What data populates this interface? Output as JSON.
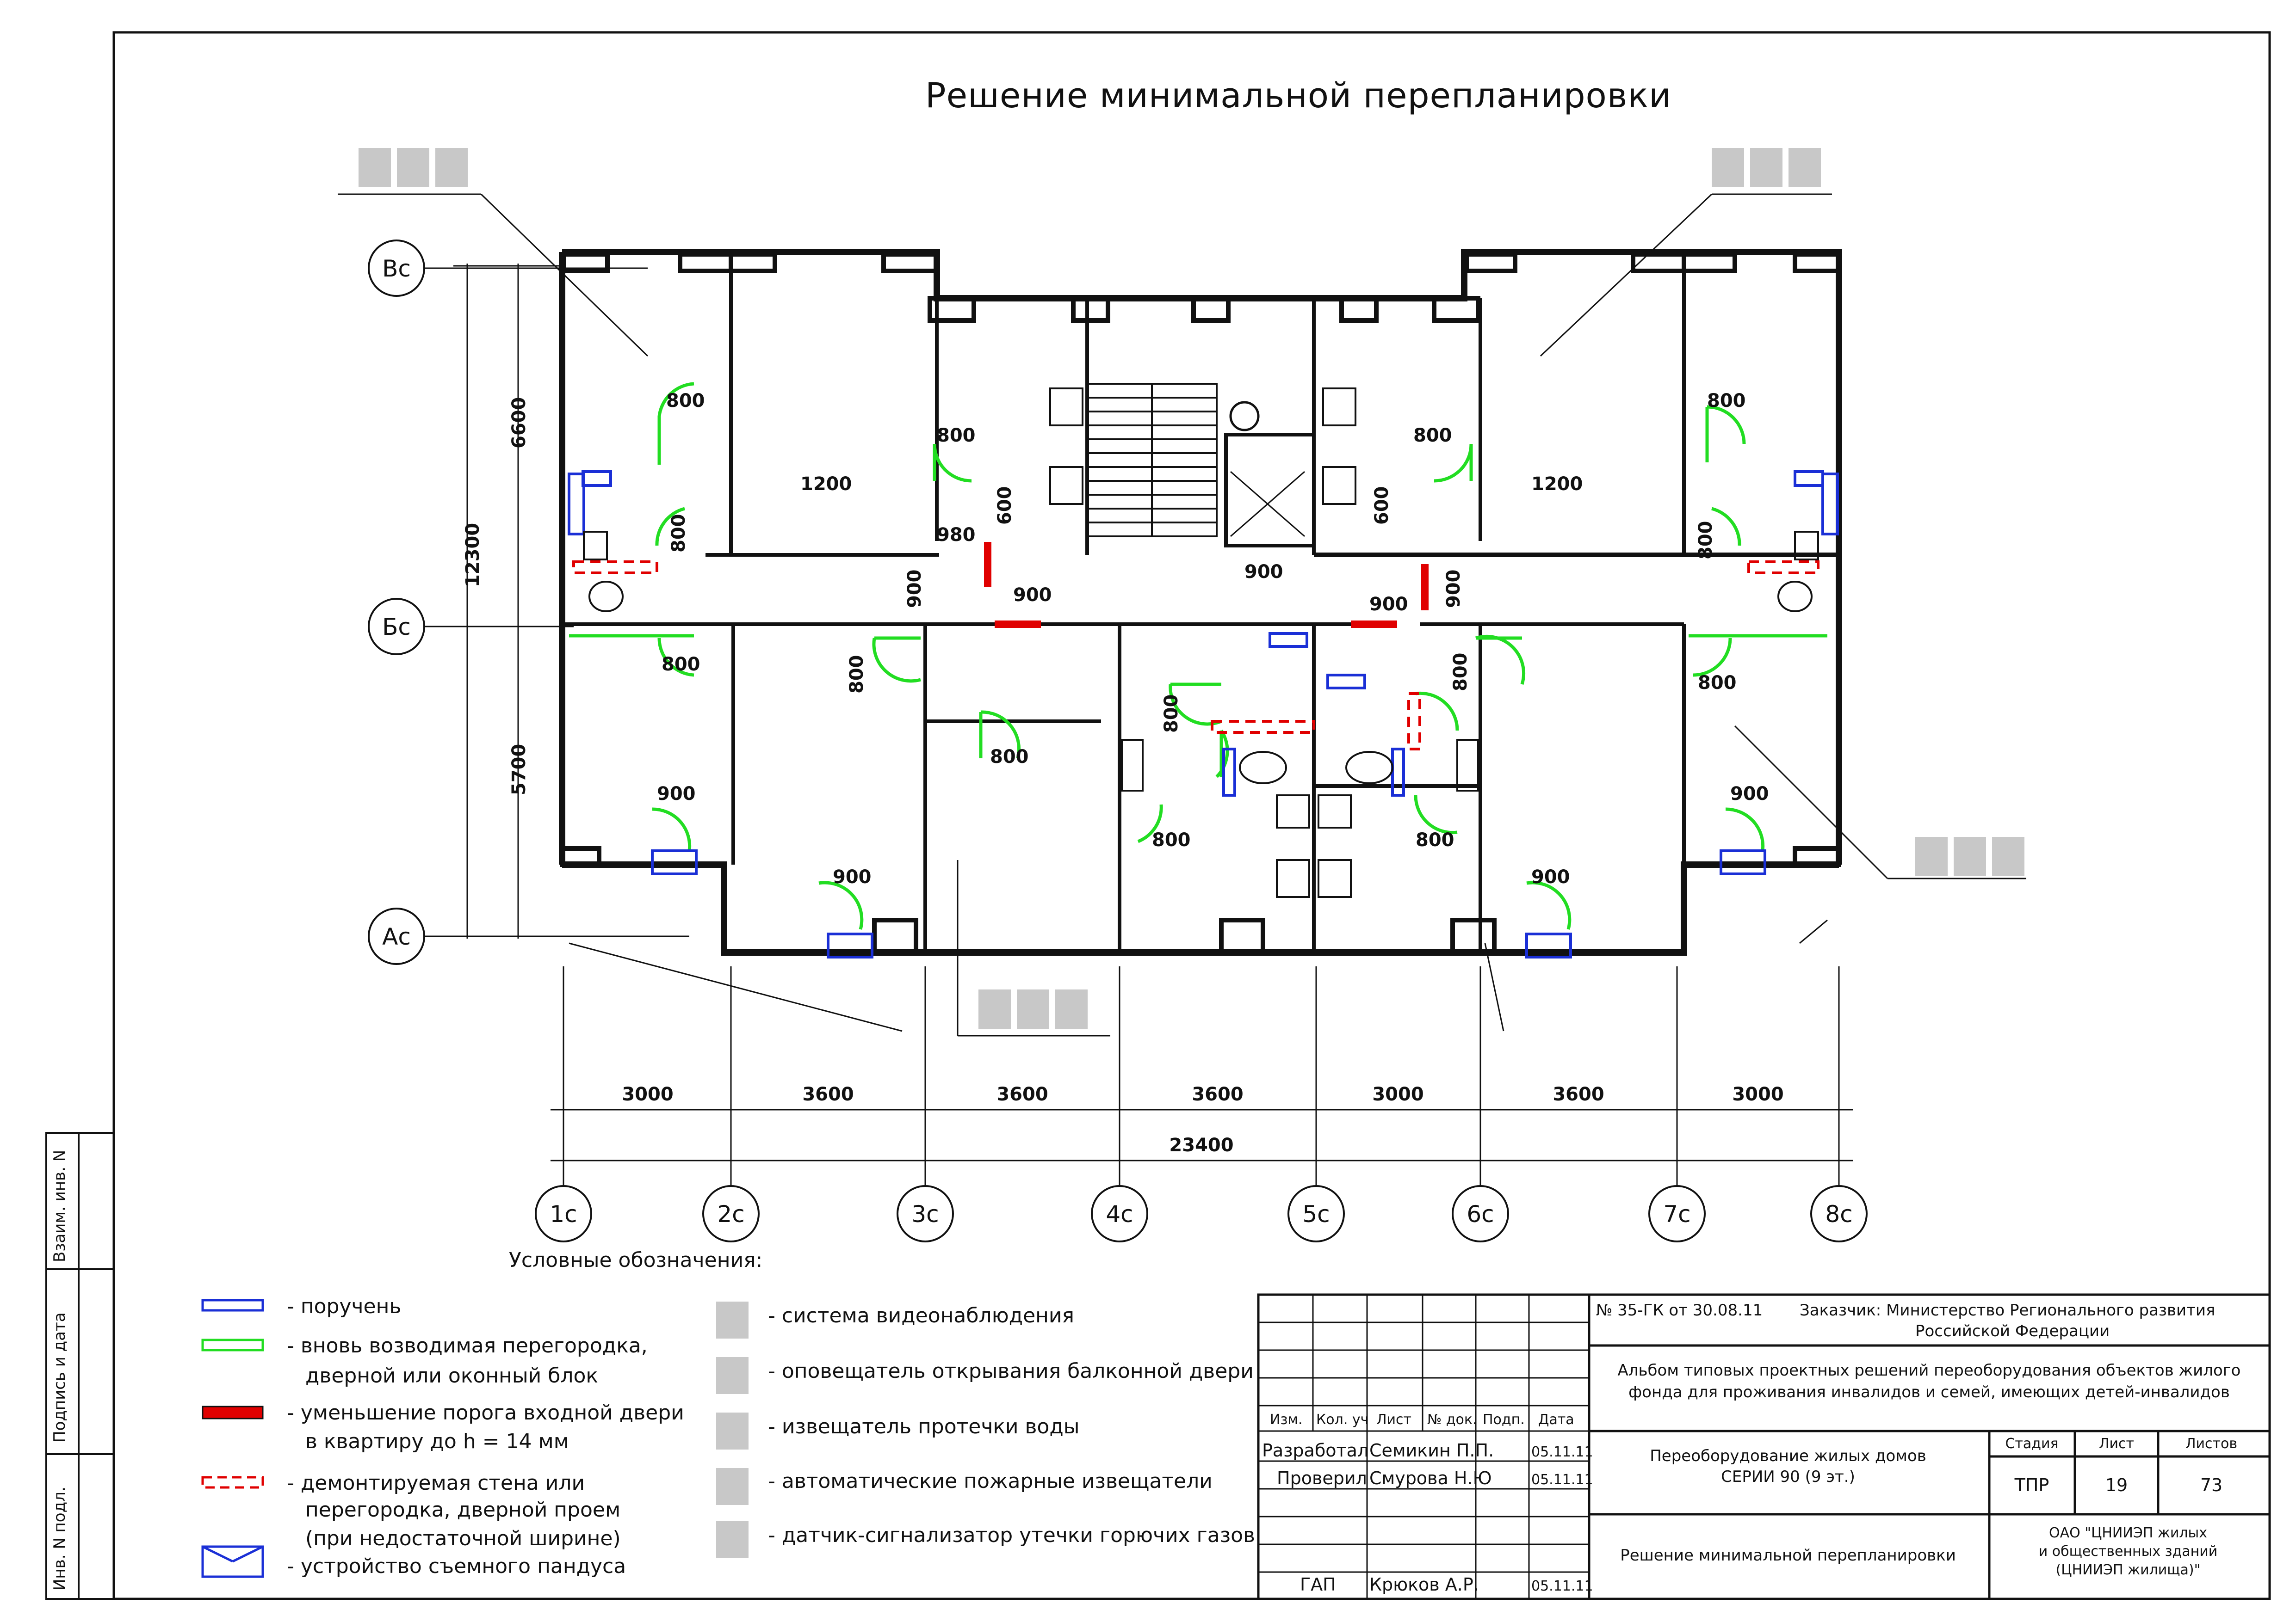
{
  "sheet_title": "Решение минимальной  перепланировки",
  "axes_letters": [
    "Вс",
    "Бс",
    "Ас"
  ],
  "axes_numbers": [
    "1с",
    "2с",
    "3с",
    "4с",
    "5с",
    "6с",
    "7с",
    "8с"
  ],
  "dims_vertical": [
    "6600",
    "12300",
    "5700"
  ],
  "dims_bottom": [
    "3000",
    "3600",
    "3600",
    "3600",
    "3000",
    "3600",
    "3000"
  ],
  "dim_total": "23400",
  "dims_plan": {
    "d800_a": "800",
    "d800_b": "800",
    "d800_c": "800",
    "d800_d": "800",
    "d800_e": "800",
    "d800_f": "800",
    "d800_g": "800",
    "d800_h": "800",
    "d800_i": "800",
    "d800_j": "800",
    "d800_k": "800",
    "d800_l": "800",
    "d800_m": "800",
    "d800_n": "800",
    "d1200_l": "1200",
    "d1200_r": "1200",
    "d980": "980",
    "d600_l": "600",
    "d600_r": "600",
    "d900_a": "900",
    "d900_b": "900",
    "d900_c": "900",
    "d900_d": "900",
    "d900_e": "900",
    "d900_f": "900",
    "d900_g": "900",
    "d900_h": "900",
    "d900_i": "900"
  },
  "legend_title": "Условные обозначения:",
  "legend_left": [
    {
      "text": "- поручень",
      "color": "#1a2fd6"
    },
    {
      "text": "- вновь возводимая перегородка,",
      "text2": "дверной или оконный блок",
      "color": "#22dd22"
    },
    {
      "text": "- уменьшение порога входной двери",
      "text2": "в квартиру до h = 14 мм",
      "color": "#e00000"
    },
    {
      "text": "- демонтируемая стена или",
      "text2": "перегородка, дверной проем",
      "text3": "(при недостаточной ширине)",
      "color": "#e00000"
    },
    {
      "text": "- устройство съемного пандуса",
      "color": "#1a2fd6"
    }
  ],
  "legend_right": [
    {
      "text": "- система видеонаблюдения",
      "icon": "camera-icon"
    },
    {
      "text": "- оповещатель открывания балконной двери",
      "icon": "bell-icon"
    },
    {
      "text": "- извещатель протечки воды",
      "icon": "water-icon"
    },
    {
      "text": "- автоматические пожарные извещатели",
      "icon": "fire-icon"
    },
    {
      "text": "- датчик-сигнализатор утечки горючих газов",
      "icon": "gas-icon"
    }
  ],
  "side_stamp": [
    "Взаим. инв. N",
    "Подпись и дата",
    "Инв. N подл."
  ],
  "title_block": {
    "order": "№ 35-ГК от 30.08.11",
    "customer_1": "Заказчик: Министерство Регионального развития",
    "customer_2": "Российской Федерации",
    "album_1": "Альбом типовых проектных решений переоборудования объектов жилого",
    "album_2": "фонда для проживания инвалидов и семей, имеющих детей-инвалидов",
    "header": [
      "Изм.",
      "Кол. уч",
      "Лист",
      "№ док.",
      "Подп.",
      "Дата"
    ],
    "people": [
      {
        "role": "Разработал",
        "name": "Семикин П.П.",
        "date": "05.11.11"
      },
      {
        "role": "Проверил",
        "name": "Смурова Н.Ю",
        "date": "05.11.11"
      },
      {
        "role": "ГАП",
        "name": "Крюков А.Р.",
        "date": "05.11.11"
      }
    ],
    "work_1": "Переоборудование жилых домов",
    "work_2": "СЕРИИ 90 (9 эт.)",
    "stage_label": "Стадия",
    "sheet_label": "Лист",
    "sheets_label": "Листов",
    "stage": "ТПР",
    "sheet": "19",
    "sheets": "73",
    "drawing": "Решение минимальной перепланировки",
    "org_1": "ОАО \"ЦНИИЭП жилых",
    "org_2": "и общественных зданий",
    "org_3": "(ЦНИИЭП жилища)\""
  },
  "colors": {
    "green": "#22dd22",
    "red": "#e00000",
    "blue": "#1a2fd6",
    "line": "#111111",
    "icon_bg": "#c8c8c8"
  }
}
